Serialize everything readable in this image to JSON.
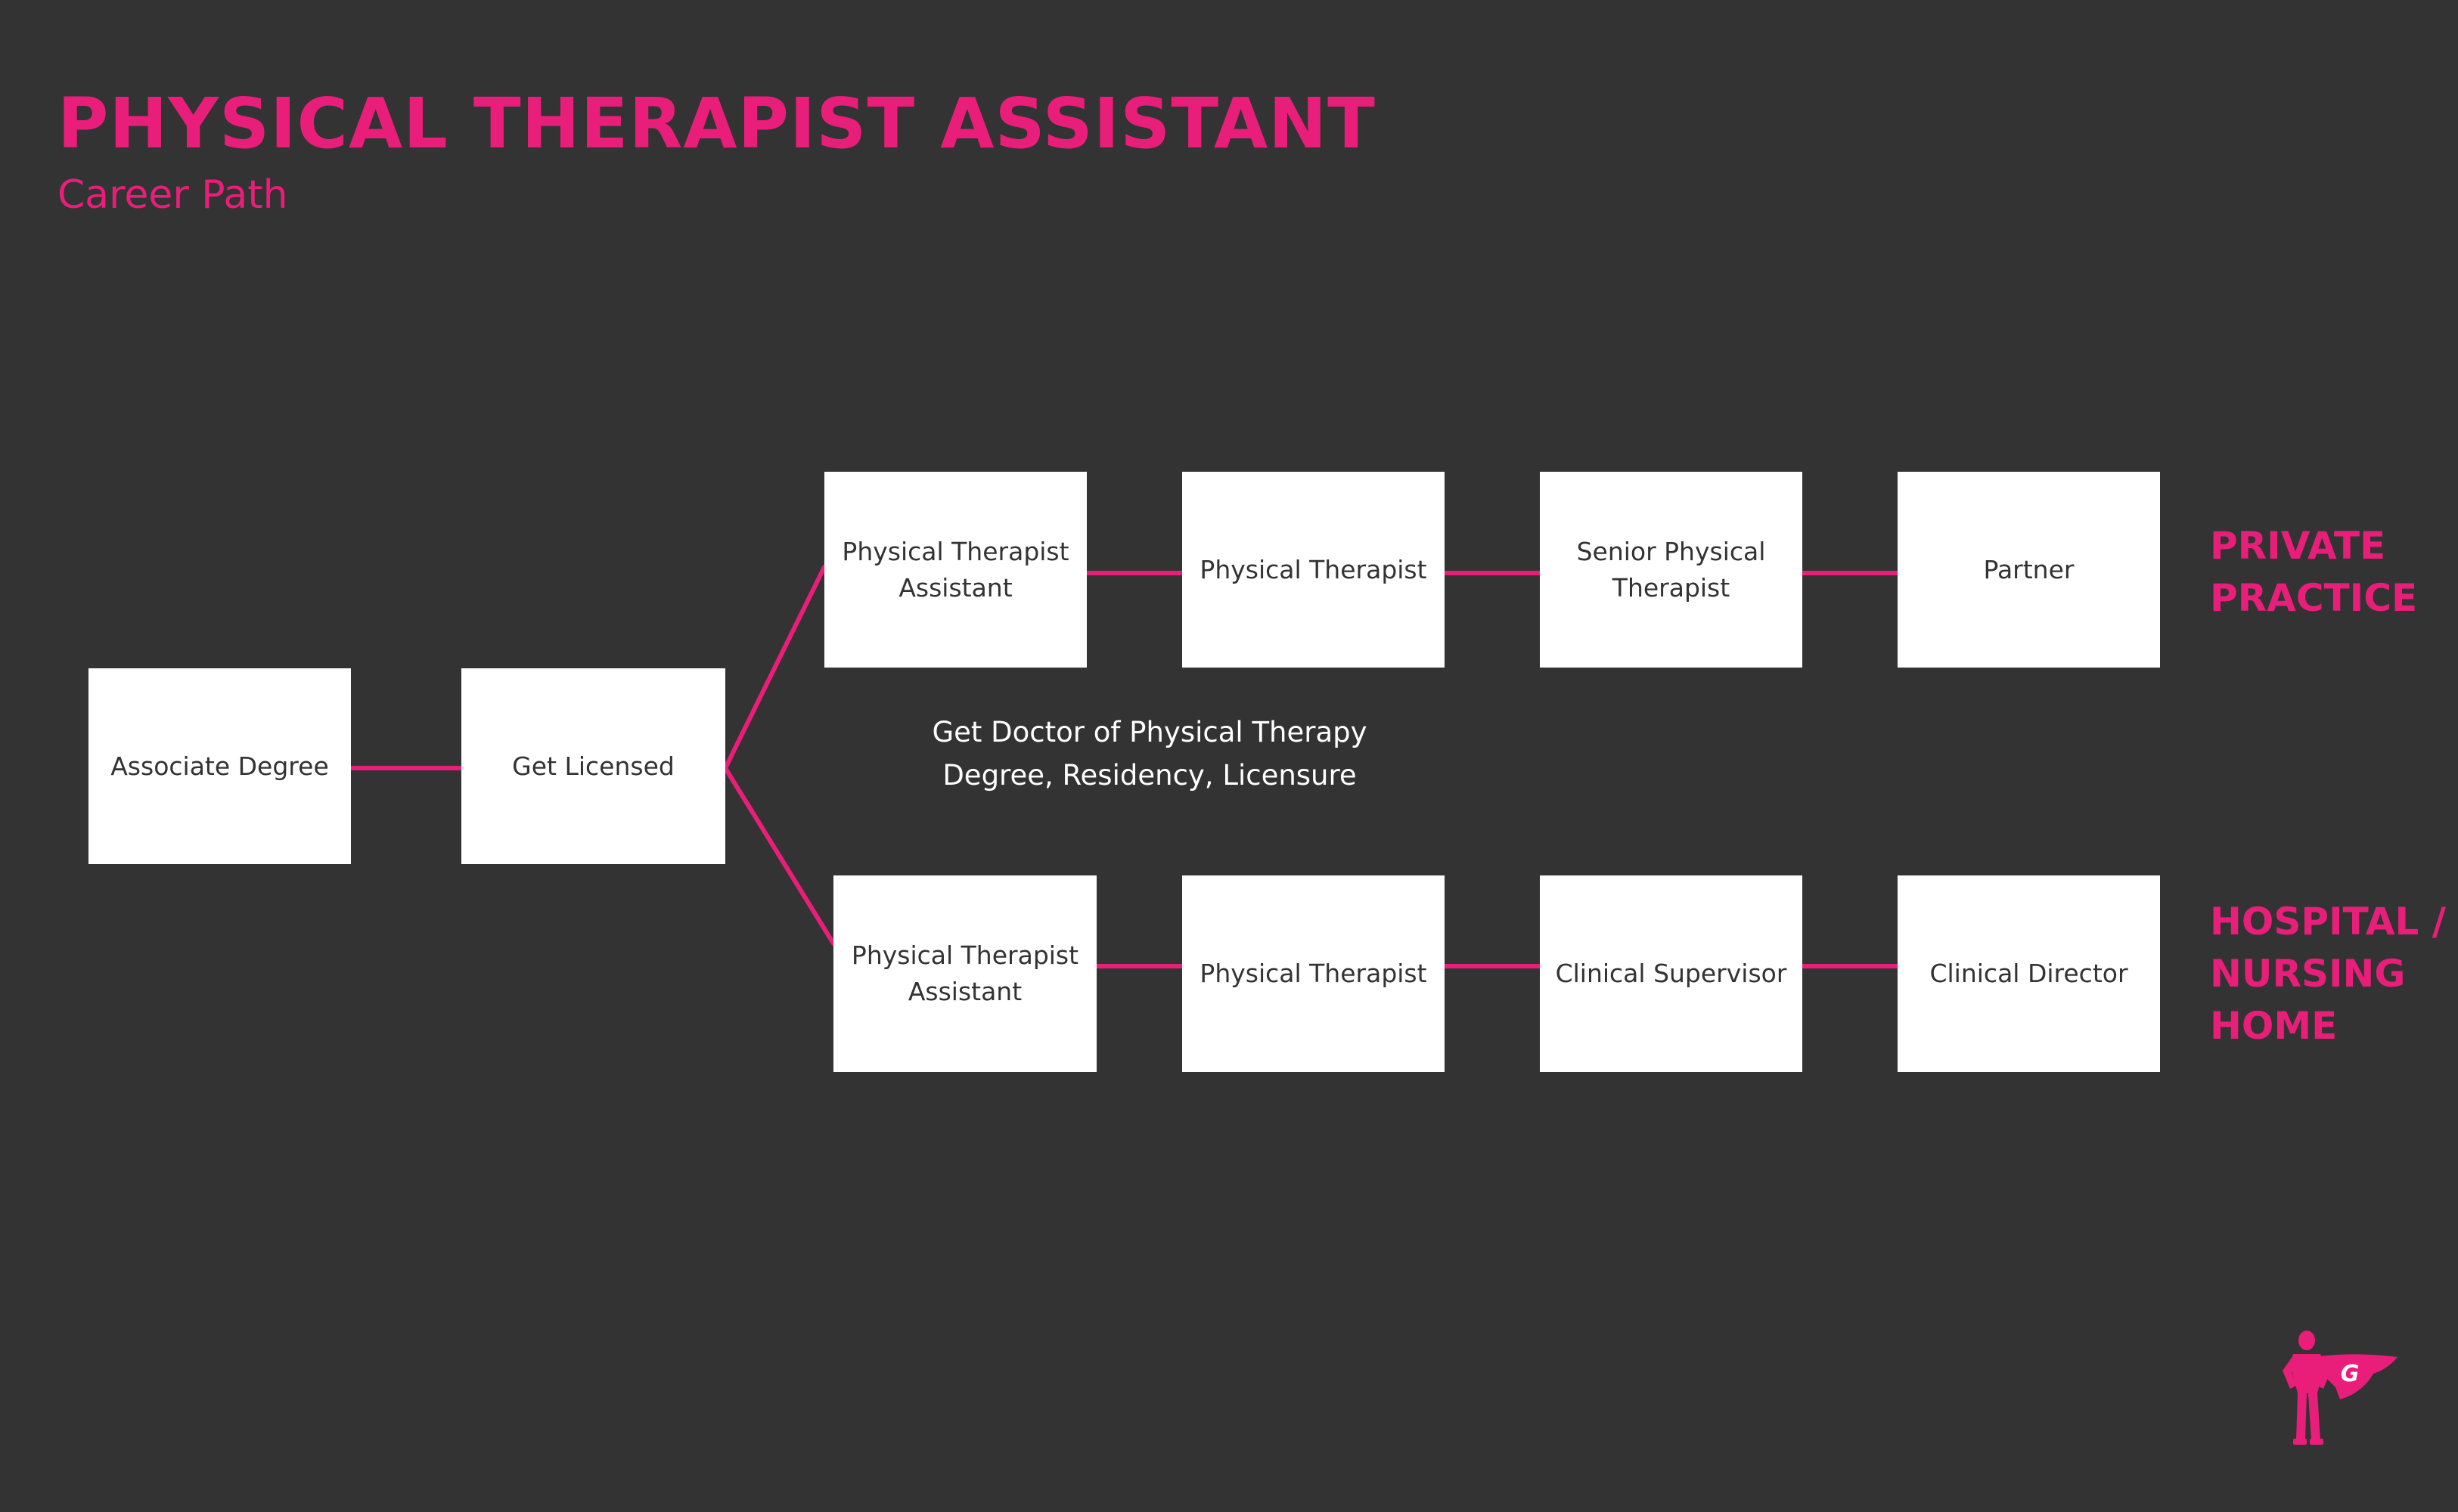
{
  "header": {
    "title": "PHYSICAL THERAPIST ASSISTANT",
    "subtitle": "Career Path"
  },
  "nodes": {
    "associate_degree": "Associate Degree",
    "get_licensed": "Get Licensed",
    "private_practice": [
      {
        "line1": "Physical Therapist",
        "line2": "Assistant"
      },
      {
        "line1": "Physical Therapist",
        "line2": ""
      },
      {
        "line1": "Senior Physical",
        "line2": "Therapist"
      },
      {
        "line1": "Partner",
        "line2": ""
      }
    ],
    "hospital": [
      {
        "line1": "Physical Therapist",
        "line2": "Assistant"
      },
      {
        "line1": "Physical Therapist",
        "line2": ""
      },
      {
        "line1": "Clinical Supervisor",
        "line2": ""
      },
      {
        "line1": "Clinical Director",
        "line2": ""
      }
    ]
  },
  "branches": {
    "private_practice": {
      "line1": "PRIVATE",
      "line2": "PRACTICE"
    },
    "hospital": {
      "line1": "HOSPITAL /",
      "line2": "NURSING",
      "line3": "HOME"
    }
  },
  "transition_note": {
    "line1": "Get Doctor of Physical Therapy",
    "line2": "Degree, Residency, Licensure"
  },
  "logo": {
    "letter": "G",
    "icon": "superhero-logo-icon"
  },
  "colors": {
    "background": "#333333",
    "accent": "#e91e7a",
    "box": "#ffffff",
    "box_text": "#333333",
    "note_text": "#ffffff"
  }
}
